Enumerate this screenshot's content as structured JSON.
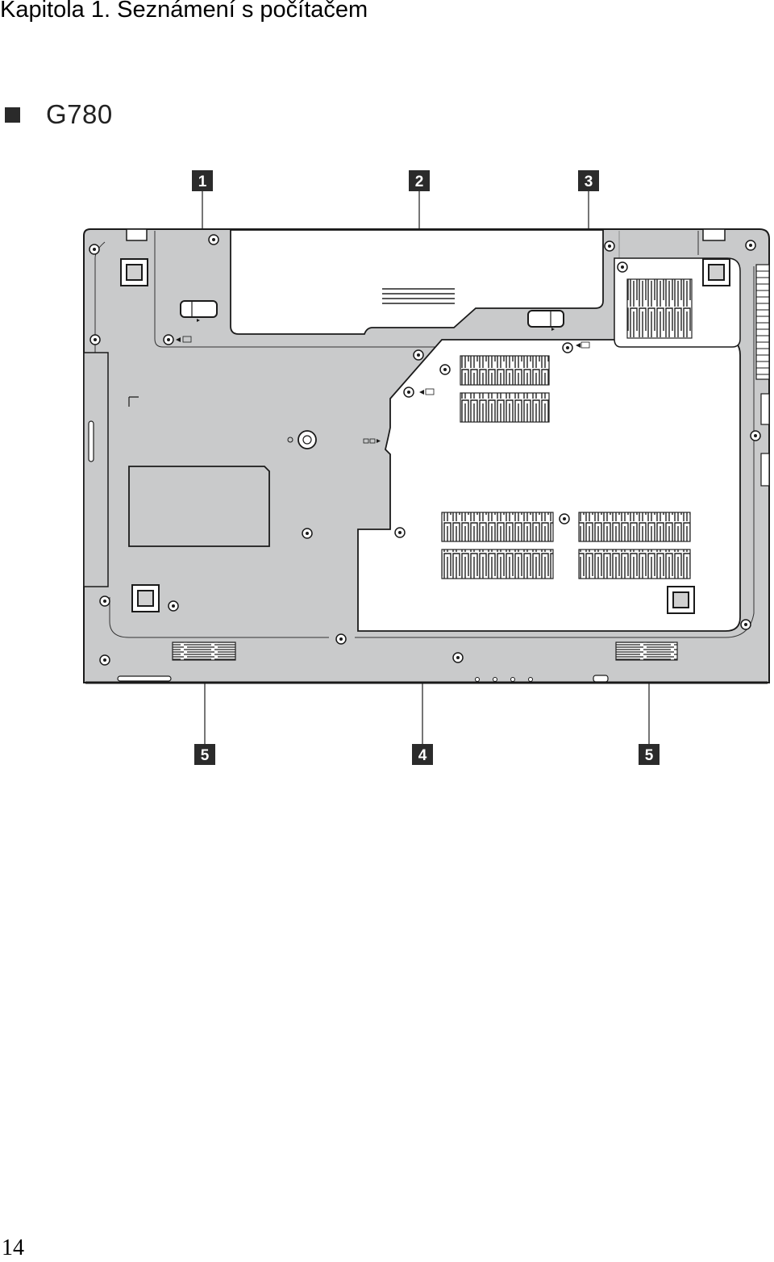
{
  "header": {
    "chapter_title": "Kapitola 1. Seznámení s počítačem"
  },
  "section": {
    "model": "G780"
  },
  "figure": {
    "callouts": [
      "1",
      "2",
      "3",
      "4",
      "5",
      "5"
    ]
  },
  "footer": {
    "page_number": "14"
  },
  "colors": {
    "body": "#c9cacb",
    "panel": "#ffffff",
    "outline": "#1a1a1a",
    "callout_bg": "#2b2b2b"
  }
}
